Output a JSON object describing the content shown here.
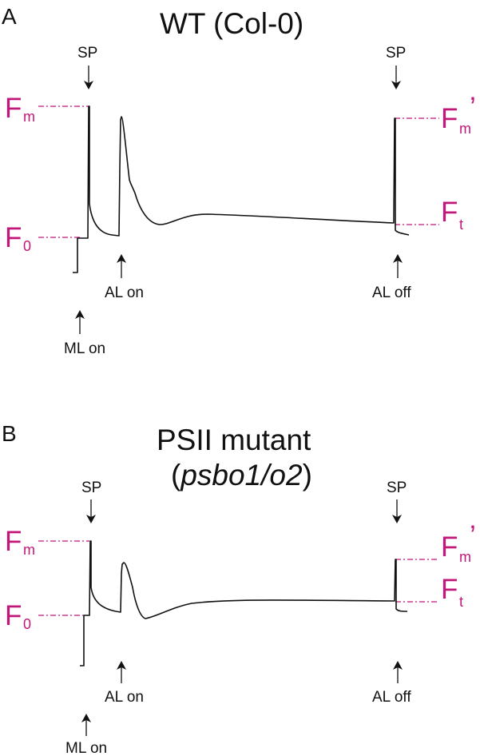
{
  "panel_a": {
    "letter": "A",
    "title": "WT (Col-0)",
    "sp_left": "SP",
    "sp_right": "SP",
    "al_on": "AL on",
    "al_off": "AL off",
    "ml_on": "ML on",
    "fm_main": "F",
    "fm_sub": "m",
    "f0_main": "F",
    "f0_sub": "0",
    "fmp_main": "F",
    "fmp_sub": "m",
    "fmp_prime": "’",
    "ft_main": "F",
    "ft_sub": "t"
  },
  "panel_b": {
    "letter": "B",
    "title_line1": "PSII mutant",
    "title_open": "(",
    "title_italic": "psbo1/o2",
    "title_close": ")",
    "sp_left": "SP",
    "sp_right": "SP",
    "al_on": "AL on",
    "al_off": "AL off",
    "ml_on": "ML on",
    "fm_main": "F",
    "fm_sub": "m",
    "f0_main": "F",
    "f0_sub": "0",
    "fmp_main": "F",
    "fmp_sub": "m",
    "fmp_prime": "’",
    "ft_main": "F",
    "ft_sub": "t"
  },
  "colors": {
    "label": "#c2177a",
    "trace": "#111111"
  }
}
